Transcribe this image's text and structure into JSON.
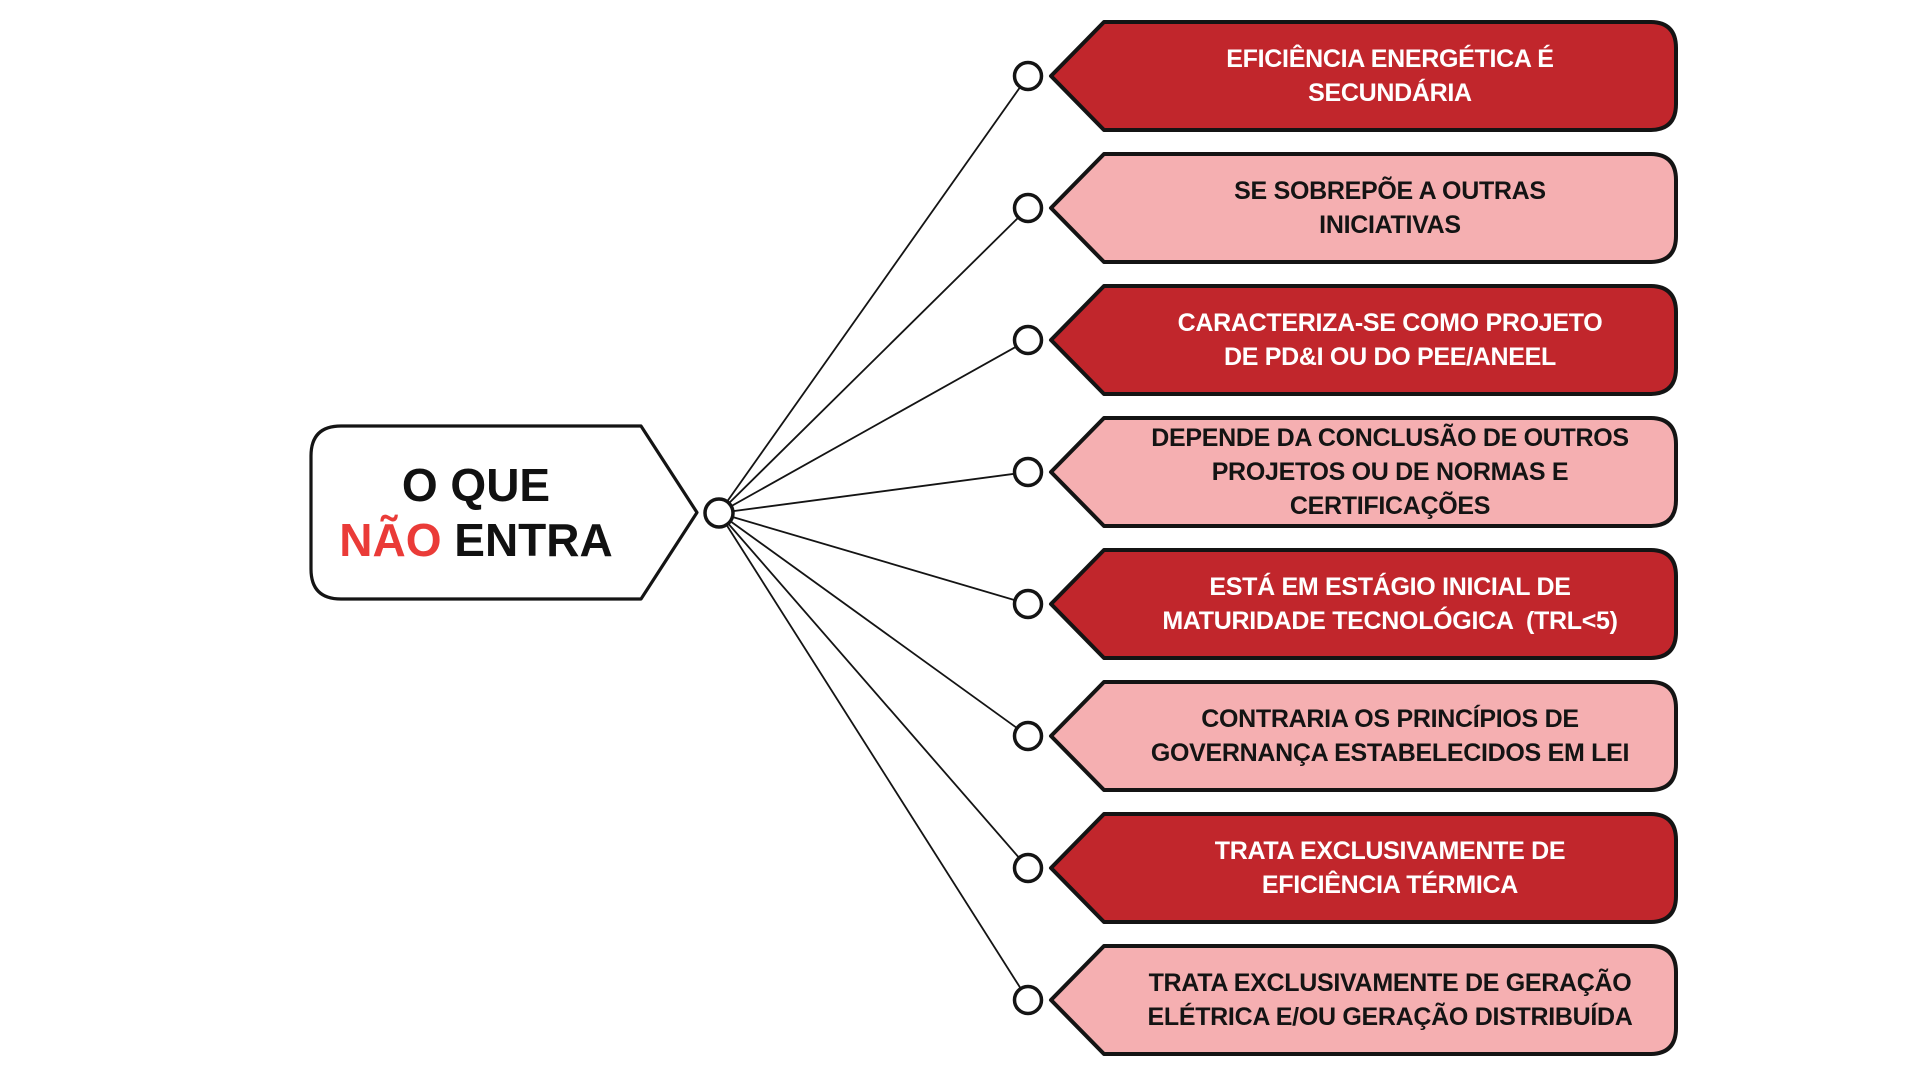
{
  "diagram": {
    "title": "O QUE NÃO ENTRA",
    "root": {
      "line1": "O QUE",
      "line2_accent": "NÃO",
      "line2_rest": "ENTRA"
    },
    "branches": [
      {
        "label": "EFICIÊNCIA ENERGÉTICA É\nSECUNDÁRIA",
        "style": "dark"
      },
      {
        "label": "SE SOBREPÕE A OUTRAS\nINICIATIVAS",
        "style": "light"
      },
      {
        "label": "CARACTERIZA-SE COMO PROJETO\nDE PD&I OU DO PEE/ANEEL",
        "style": "dark"
      },
      {
        "label": "DEPENDE DA CONCLUSÃO DE OUTROS\nPROJETOS OU DE NORMAS E\nCERTIFICAÇÕES",
        "style": "light"
      },
      {
        "label": "ESTÁ EM ESTÁGIO INICIAL DE\nMATURIDADE TECNOLÓGICA  (TRL<5)",
        "style": "dark"
      },
      {
        "label": "CONTRARIA OS PRINCÍPIOS DE\nGOVERNANÇA ESTABELECIDOS EM LEI",
        "style": "light"
      },
      {
        "label": "TRATA EXCLUSIVAMENTE DE\nEFICIÊNCIA TÉRMICA",
        "style": "dark"
      },
      {
        "label": "TRATA EXCLUSIVAMENTE DE GERAÇÃO\nELÉTRICA E/OU GERAÇÃO DISTRIBUÍDA",
        "style": "light"
      }
    ],
    "colors": {
      "background": "#FFFFFF",
      "dark_red": "#C1262C",
      "light_pink": "#F5AFB1",
      "accent_red": "#EA3B38",
      "outline": "#141414",
      "text_on_dark": "#FFFFFF",
      "text_on_light": "#141414",
      "root_fill": "#FFFFFF",
      "connector_fill": "#FFFFFF"
    }
  }
}
